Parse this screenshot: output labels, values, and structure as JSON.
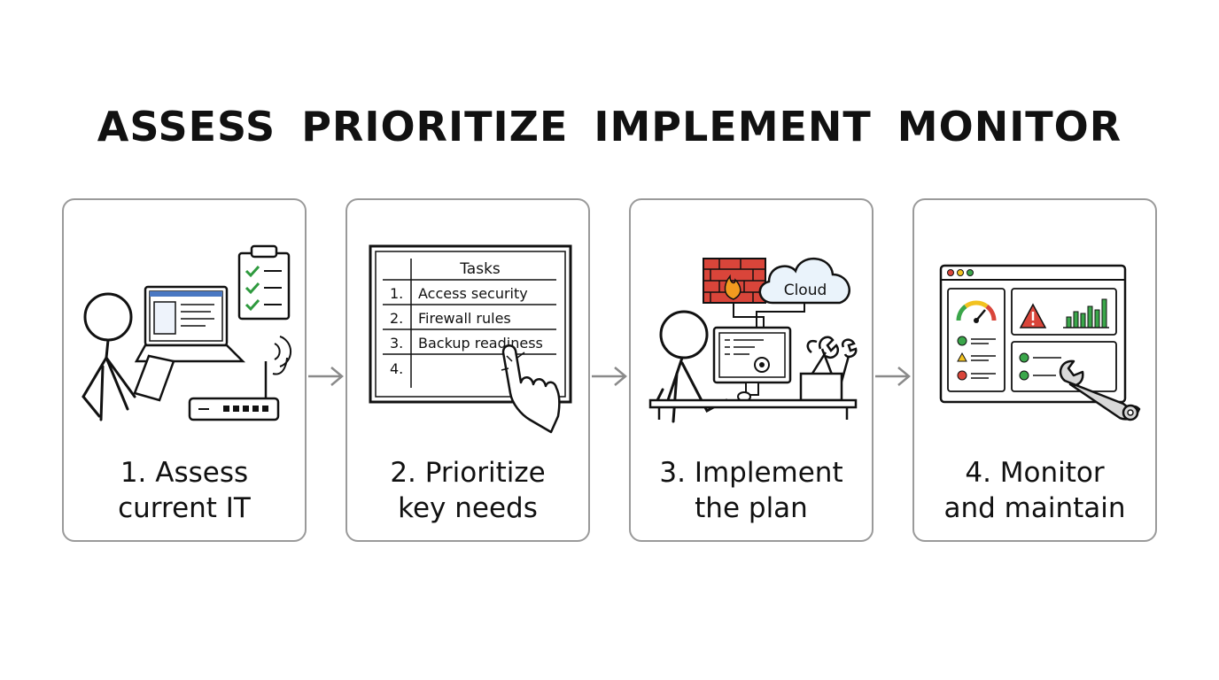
{
  "title": "ASSESS  PRIORITIZE  IMPLEMENT  MONITOR",
  "steps": [
    {
      "line1": "1. Assess",
      "line2": "current IT"
    },
    {
      "line1": "2. Prioritize",
      "line2": "key needs"
    },
    {
      "line1": "3. Implement",
      "line2": "the plan"
    },
    {
      "line1": "4. Monitor",
      "line2": "and maintain"
    }
  ],
  "tasks": {
    "header": "Tasks",
    "rows": [
      {
        "num": "1.",
        "text": "Access security"
      },
      {
        "num": "2.",
        "text": "Firewall rules"
      },
      {
        "num": "3.",
        "text": "Backup readiness"
      },
      {
        "num": "4.",
        "text": ""
      }
    ]
  },
  "cloud_label": "Cloud",
  "colors": {
    "check_green": "#2e9a3e",
    "brick_red": "#d9453a",
    "flame_orange": "#f29a1f",
    "cloud_blue": "#eaf3fb",
    "window_blue": "#4a78c2",
    "alert_red": "#d9453a",
    "warn_yellow": "#f2c21f",
    "bar_green": "#3aa64a",
    "card_border": "#9a9a9a"
  }
}
